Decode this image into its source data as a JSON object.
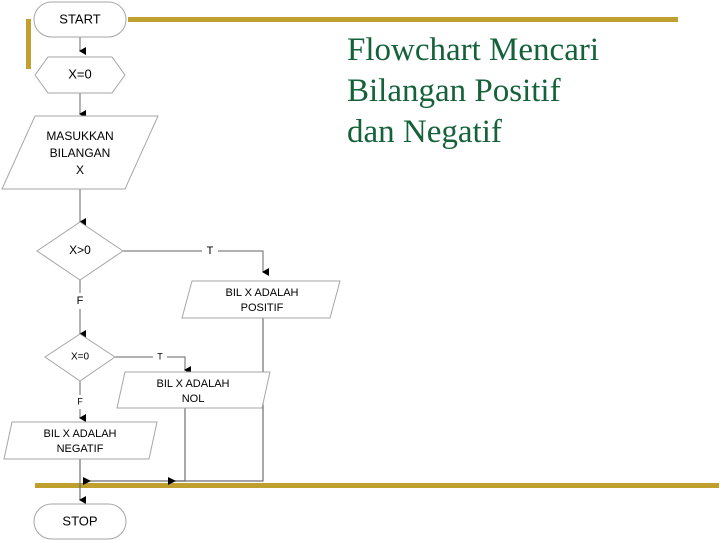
{
  "slide": {
    "title_lines": [
      "Flowchart Mencari",
      "Bilangan Positif",
      "dan Negatif"
    ],
    "title_color": "#14613a",
    "accent_color": "#bfa02e",
    "background": "#ffffff"
  },
  "flowchart": {
    "nodes": [
      {
        "id": "start",
        "type": "terminator",
        "label": "START"
      },
      {
        "id": "init",
        "type": "preparation",
        "label": "X=0"
      },
      {
        "id": "input",
        "type": "input-output",
        "label_lines": [
          "MASUKKAN",
          "BILANGAN",
          "X"
        ]
      },
      {
        "id": "dec1",
        "type": "decision",
        "label": "X>0"
      },
      {
        "id": "positif",
        "type": "input-output",
        "label_lines": [
          "BIL X ADALAH",
          "POSITIF"
        ]
      },
      {
        "id": "dec2",
        "type": "decision",
        "label": "X=0"
      },
      {
        "id": "nol",
        "type": "input-output",
        "label_lines": [
          "BIL X ADALAH",
          "NOL"
        ]
      },
      {
        "id": "negatif",
        "type": "input-output",
        "label_lines": [
          "BIL X ADALAH",
          "NEGATIF"
        ]
      },
      {
        "id": "stop",
        "type": "terminator",
        "label": "STOP"
      }
    ],
    "edge_labels": {
      "dec1_true": "T",
      "dec1_false": "F",
      "dec2_true": "T",
      "dec2_false": "F"
    },
    "shape_stroke": "#a6a6a6",
    "connector_stroke": "#808080"
  }
}
